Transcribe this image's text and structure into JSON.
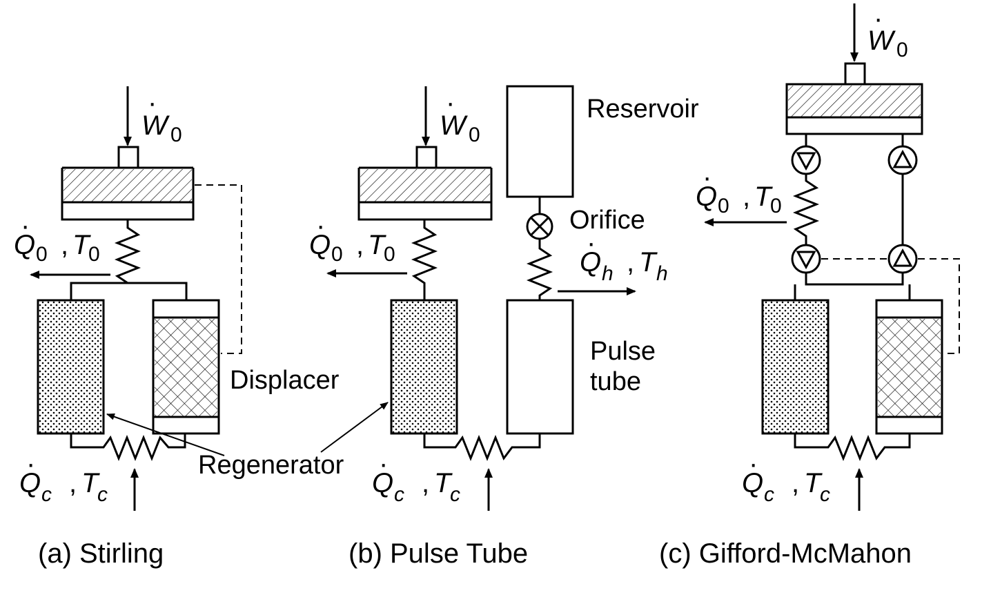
{
  "panels": {
    "stirling": {
      "caption": "(a)  Stirling",
      "work_symbol": "W",
      "work_sub": "0",
      "heat_out_symbol": "Q",
      "heat_out_sub": "0",
      "temp_out_symbol": "T",
      "temp_out_sub": "0",
      "heat_in_symbol": "Q",
      "heat_in_sub": "c",
      "temp_in_symbol": "T",
      "temp_in_sub": "c",
      "displacer_label": "Displacer",
      "regenerator_label": "Regenerator"
    },
    "pulse_tube": {
      "caption": "(b)  Pulse  Tube",
      "work_symbol": "W",
      "work_sub": "0",
      "heat_out_symbol": "Q",
      "heat_out_sub": "0",
      "temp_out_symbol": "T",
      "temp_out_sub": "0",
      "heat_in_symbol": "Q",
      "heat_in_sub": "c",
      "temp_in_symbol": "T",
      "temp_in_sub": "c",
      "heat_hot_symbol": "Q",
      "heat_hot_sub": "h",
      "temp_hot_symbol": "T",
      "temp_hot_sub": "h",
      "reservoir_label": "Reservoir",
      "orifice_label": "Orifice",
      "pulse_tube_label_1": "Pulse",
      "pulse_tube_label_2": "tube"
    },
    "gifford_mcmahon": {
      "caption": "(c)  Gifford-McMahon",
      "work_symbol": "W",
      "work_sub": "0",
      "heat_out_symbol": "Q",
      "heat_out_sub": "0",
      "temp_out_symbol": "T",
      "temp_out_sub": "0",
      "heat_in_symbol": "Q",
      "heat_in_sub": "c",
      "temp_in_symbol": "T",
      "temp_in_sub": "c"
    }
  },
  "separator": ","
}
